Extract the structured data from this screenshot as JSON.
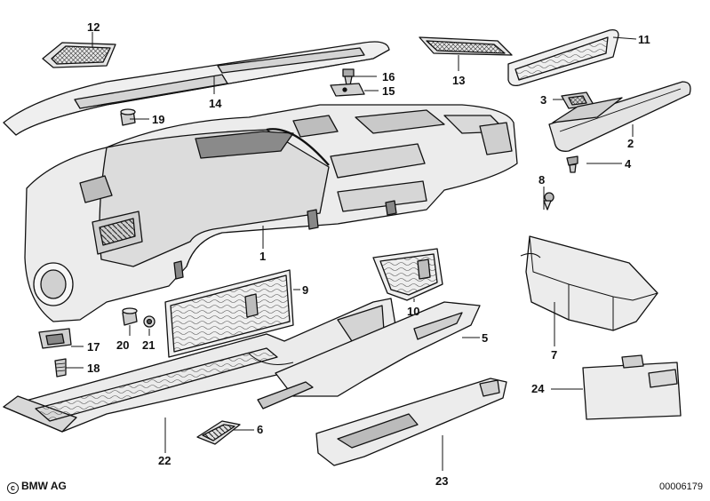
{
  "labels": [
    "1",
    "2",
    "3",
    "4",
    "5",
    "6",
    "7",
    "8",
    "9",
    "10",
    "11",
    "12",
    "13",
    "14",
    "15",
    "16",
    "17",
    "18",
    "19",
    "20",
    "21",
    "22",
    "23",
    "24"
  ],
  "copyright": "BMW AG",
  "copyright_symbol": "c",
  "doc_number": "00006179",
  "colors": {
    "line": "#111111",
    "fill_light": "#f2f2f2",
    "fill_mid": "#d6d6d6",
    "fill_dark": "#8a8a8a",
    "background": "#ffffff"
  }
}
